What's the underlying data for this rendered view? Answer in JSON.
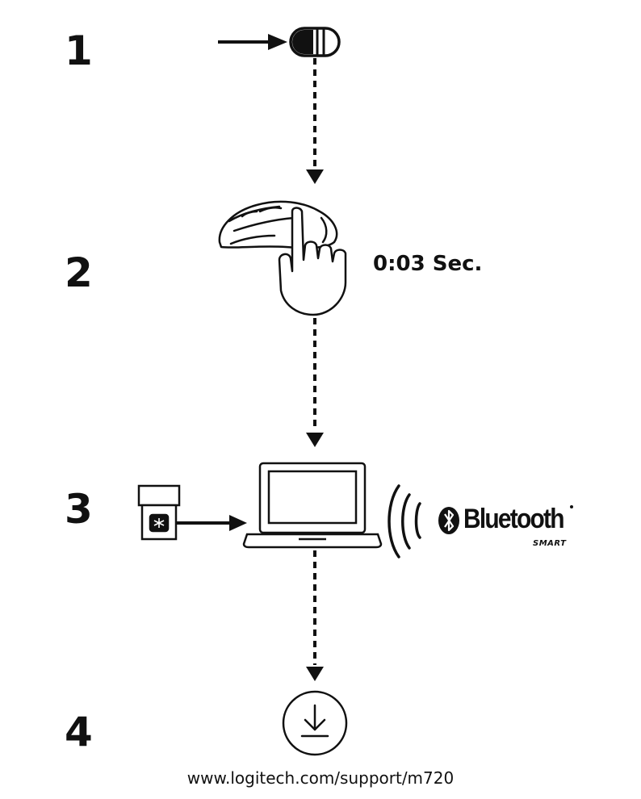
{
  "steps": [
    {
      "number": "1",
      "icon": "power-switch-icon"
    },
    {
      "number": "2",
      "icon": "mouse-hand-icon",
      "duration_label": "0:03 Sec."
    },
    {
      "number": "3",
      "icon": "laptop-icon",
      "receiver_icon": "usb-receiver-icon",
      "wireless_label": "Bluetooth",
      "wireless_sublabel": "SMART"
    },
    {
      "number": "4",
      "icon": "download-icon"
    }
  ],
  "support_url": "www.logitech.com/support/m720",
  "colors": {
    "line": "#111111",
    "background": "#ffffff"
  }
}
